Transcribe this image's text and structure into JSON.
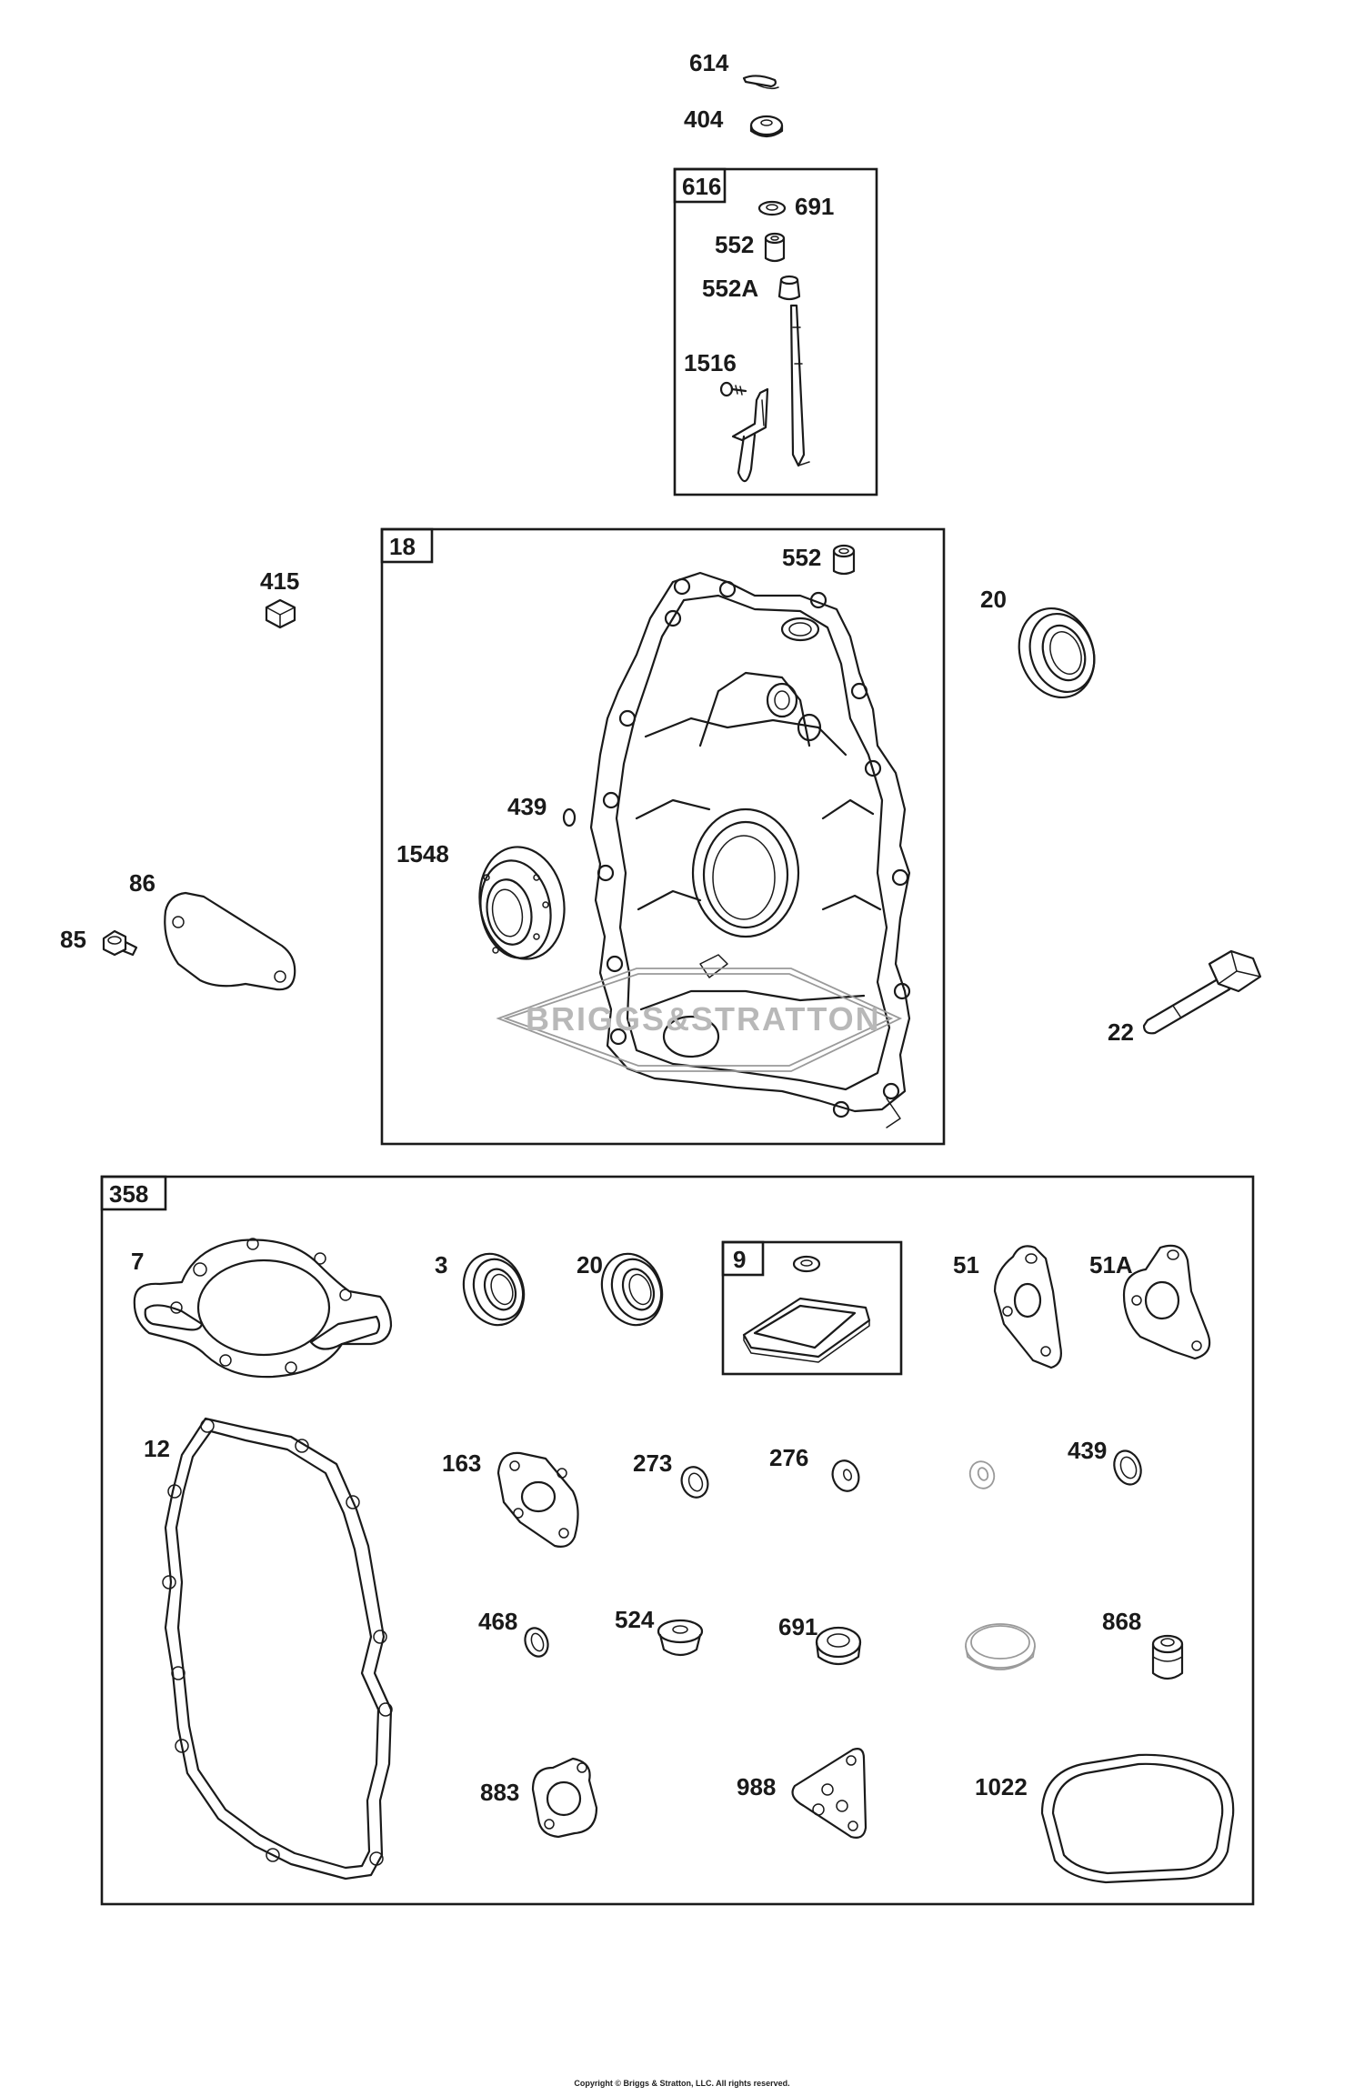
{
  "labels": {
    "p614": "614",
    "p404": "404",
    "p616": "616",
    "p691": "691",
    "p552": "552",
    "p552a": "552A",
    "p1516": "1516",
    "p18": "18",
    "p552b": "552",
    "p415": "415",
    "p20": "20",
    "p439": "439",
    "p1548": "1548",
    "p86": "86",
    "p85": "85",
    "p22": "22",
    "p358": "358",
    "p7": "7",
    "p3": "3",
    "p20b": "20",
    "p9": "9",
    "p51": "51",
    "p51a": "51A",
    "p12": "12",
    "p163": "163",
    "p273": "273",
    "p276": "276",
    "p439b": "439",
    "p468": "468",
    "p524": "524",
    "p691b": "691",
    "p868": "868",
    "p883": "883",
    "p988": "988",
    "p1022": "1022"
  },
  "watermark": "BRIGGS&STRATTON",
  "copyright": "Copyright © Briggs & Stratton, LLC. All rights reserved."
}
